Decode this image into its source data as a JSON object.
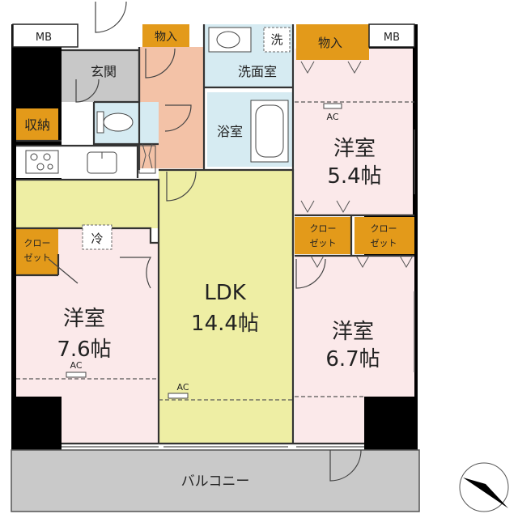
{
  "labels": {
    "mb": "MB",
    "storage_in": "物入",
    "entrance": "玄関",
    "storage": "収納",
    "washroom": "洗面室",
    "wash": "洗",
    "bath": "浴室",
    "closet_a": "クロー",
    "closet_b": "ゼット",
    "fridge": "冷",
    "ac": "AC",
    "balcony": "バルコニー"
  },
  "rooms": {
    "ldk": {
      "name": "LDK",
      "size": "14.4帖"
    },
    "western_54": {
      "name": "洋室",
      "size": "5.4帖"
    },
    "western_76": {
      "name": "洋室",
      "size": "7.6帖"
    },
    "western_67": {
      "name": "洋室",
      "size": "6.7帖"
    }
  },
  "colors": {
    "wall": "#000000",
    "storage": "#e39a1a",
    "entrance": "#c8c8c8",
    "corridor": "#f3c2a7",
    "wet_area": "#d6ebf2",
    "ldk": "#eeeea4",
    "western": "#fbe9ea",
    "balcony": "#c9c9c9"
  }
}
